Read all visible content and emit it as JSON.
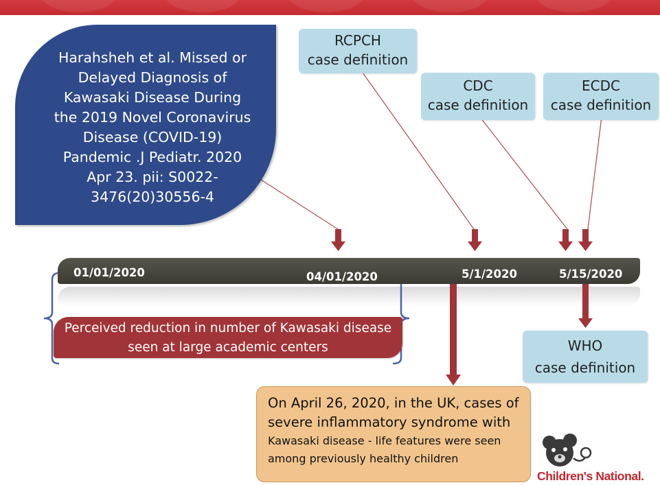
{
  "citation": {
    "lines": [
      "Harahsheh et al. Missed or",
      "Delayed Diagnosis of",
      "Kawasaki Disease During",
      "the 2019 Novel Coronavirus",
      "Disease (COVID-19)",
      "Pandemic .J Pediatr. 2020",
      "Apr 23. pii: S0022-",
      "3476(20)30556-4"
    ]
  },
  "callouts": {
    "rcpch": [
      "RCPCH",
      "case definition"
    ],
    "cdc": [
      "CDC",
      "case definition"
    ],
    "ecdc": [
      "ECDC",
      "case definition"
    ],
    "who": [
      "WHO",
      "case definition"
    ]
  },
  "timeline": {
    "dates": [
      "01/01/2020",
      "04/01/2020",
      "5/1/2020",
      "5/15/2020"
    ]
  },
  "reduction": {
    "lines": [
      "Perceived reduction in number of Kawasaki disease",
      "seen at large academic centers"
    ]
  },
  "uk_box": {
    "lines_large": [
      "On April 26, 2020, in the UK, cases of",
      "severe inflammatory syndrome with"
    ],
    "lines_small": [
      "Kawasaki disease - life features were seen",
      "among previously healthy children"
    ]
  },
  "logo": {
    "text": "Children's National.",
    "icon": "teddy-bear-icon"
  },
  "colors": {
    "header_red": "#c42a31",
    "citation_blue": "#2f4a8a",
    "callout_blue": "#b9dbe8",
    "arrow_red": "#a13438",
    "reduction_red": "#a13438",
    "bracket_blue": "#4a63a8",
    "uk_box_orange": "#f1c48d",
    "timeline_dark": "#45443b",
    "logo_red": "#c4262e"
  }
}
